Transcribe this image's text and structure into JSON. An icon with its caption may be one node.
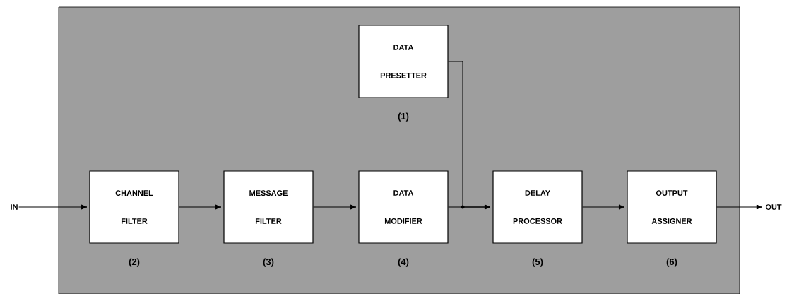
{
  "diagram": {
    "nodes": [
      {
        "text": [
          "DATA PRESETTER"
        ],
        "beside": [
          "(1)"
        ]
      },
      {
        "text": [
          "IN"
        ]
      },
      {
        "text": [
          "CHANNEL FILTER"
        ],
        "beside": [
          "(2)"
        ]
      },
      {
        "text": [
          "MESSAGE FILTER"
        ],
        "beside": [
          "(3)"
        ]
      },
      {
        "text": [
          "DATA MODIFIER"
        ],
        "beside": [
          "(4)"
        ]
      },
      {
        "text": [
          "DELAY PROCESSOR"
        ],
        "beside": [
          "(5)"
        ]
      },
      {
        "text": [
          "OUTPUT ASSIGNER"
        ],
        "beside": [
          "(6)"
        ]
      },
      {
        "text": [
          "OUT"
        ]
      }
    ],
    "edges": [
      {
        "from": 1,
        "to": 2,
        "arrow": "to"
      },
      {
        "from": 2,
        "to": 3,
        "arrow": "to"
      },
      {
        "from": 3,
        "to": 4,
        "arrow": "to"
      },
      {
        "from": 4,
        "to": 5,
        "arrow": "to"
      },
      {
        "from": 0,
        "to": 5,
        "arrow": "to"
      },
      {
        "from": 5,
        "to": 6,
        "arrow": "to"
      },
      {
        "from": 6,
        "to": 7,
        "arrow": "to"
      }
    ]
  }
}
